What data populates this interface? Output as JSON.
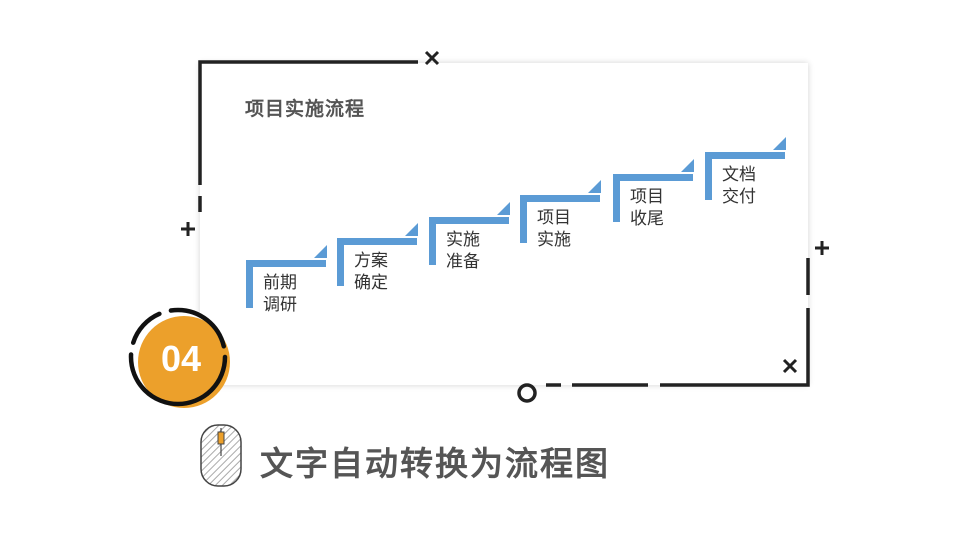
{
  "card": {
    "title": "项目实施流程"
  },
  "steps": [
    {
      "line1": "前期",
      "line2": "调研"
    },
    {
      "line1": "方案",
      "line2": "确定"
    },
    {
      "line1": "实施",
      "line2": "准备"
    },
    {
      "line1": "项目",
      "line2": "实施"
    },
    {
      "line1": "项目",
      "line2": "收尾"
    },
    {
      "line1": "文档",
      "line2": "交付"
    }
  ],
  "badge": {
    "number": "04"
  },
  "heading": {
    "text": "文字自动转换为流程图"
  },
  "colors": {
    "step": "#5b9bd5",
    "badge": "#eca02b",
    "frame": "#222222"
  }
}
